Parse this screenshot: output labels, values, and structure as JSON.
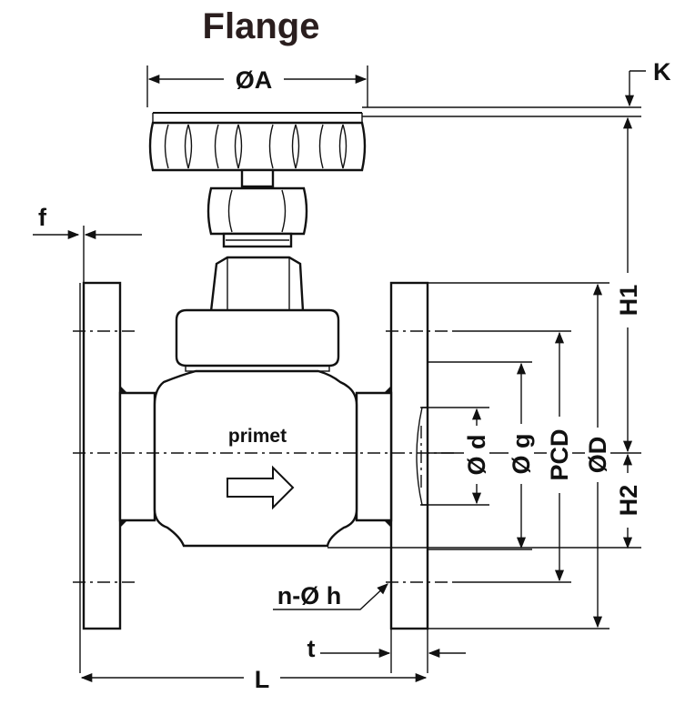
{
  "title": "Flange",
  "brand": "primet",
  "labels": {
    "A": "ØA",
    "K": "K",
    "f": "f",
    "H1": "H1",
    "H2": "H2",
    "d": "Ø d",
    "g": "Ø g",
    "PCD": "PCD",
    "D": "ØD",
    "nh": "n-Ø h",
    "t": "t",
    "L": "L"
  }
}
